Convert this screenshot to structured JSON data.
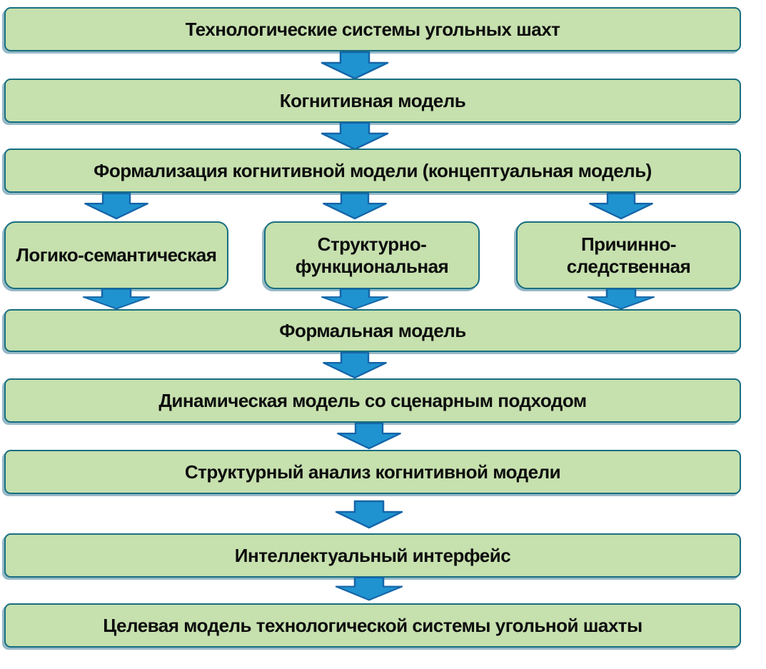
{
  "nodes": {
    "tech_systems": "Технологические системы угольных шахт",
    "cognitive_model": "Когнитивная модель",
    "formalization": "Формализация когнитивной модели (концептуальная модель)",
    "logic_semantic": "Логико-семантическая",
    "structural_functional": "Структурно-функциональная",
    "cause_effect": "Причинно-следственная",
    "formal_model": "Формальная модель",
    "dynamic_model": "Динамическая модель со сценарным подходом",
    "structural_analysis": "Структурный анализ когнитивной модели",
    "intelligent_interface": "Интеллектуальный интерфейс",
    "target_model": "Целевая модель технологической системы угольной шахты"
  },
  "edges": [
    {
      "from": "tech_systems",
      "to": "cognitive_model"
    },
    {
      "from": "cognitive_model",
      "to": "formalization"
    },
    {
      "from": "formalization",
      "to": "logic_semantic"
    },
    {
      "from": "formalization",
      "to": "structural_functional"
    },
    {
      "from": "formalization",
      "to": "cause_effect"
    },
    {
      "from": "logic_semantic",
      "to": "formal_model"
    },
    {
      "from": "structural_functional",
      "to": "formal_model"
    },
    {
      "from": "cause_effect",
      "to": "formal_model"
    },
    {
      "from": "formal_model",
      "to": "dynamic_model"
    },
    {
      "from": "dynamic_model",
      "to": "structural_analysis"
    },
    {
      "from": "structural_analysis",
      "to": "intelligent_interface"
    },
    {
      "from": "intelligent_interface",
      "to": "target_model"
    }
  ],
  "colors": {
    "box_fill": "#c6e0ae",
    "box_border": "#176e80",
    "arrow_fill": "#1f93d0",
    "arrow_border": "#1565a8",
    "text": "#0d0d0d"
  }
}
